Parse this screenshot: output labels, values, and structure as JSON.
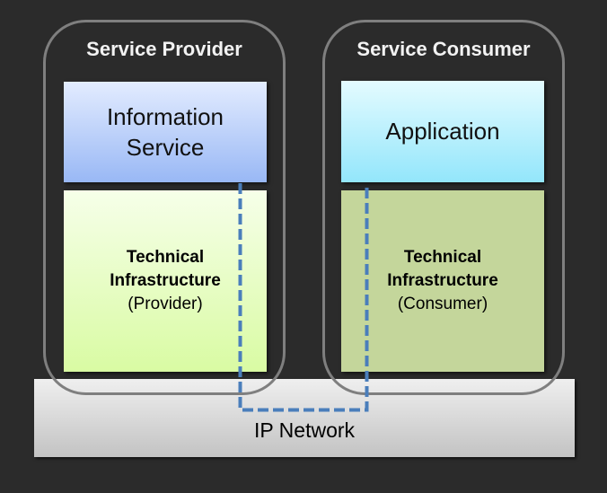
{
  "provider": {
    "title": "Service Provider",
    "service_box": {
      "line1": "Information",
      "line2": "Service"
    },
    "infra_box": {
      "line1": "Technical",
      "line2": "Infrastructure",
      "line3": "(Provider)"
    }
  },
  "consumer": {
    "title": "Service Consumer",
    "app_box": {
      "label": "Application"
    },
    "infra_box": {
      "line1": "Technical",
      "line2": "Infrastructure",
      "line3": "(Consumer)"
    }
  },
  "network": {
    "label": "IP Network"
  },
  "colors": {
    "background": "#2b2b2b",
    "container_outline": "#7f7f7f",
    "connection_dashed": "#4a7ebb",
    "info_service": "#99b8f5",
    "application": "#93e6fb",
    "infra_provider": "#d9fba3",
    "infra_consumer": "#c4d69b"
  }
}
